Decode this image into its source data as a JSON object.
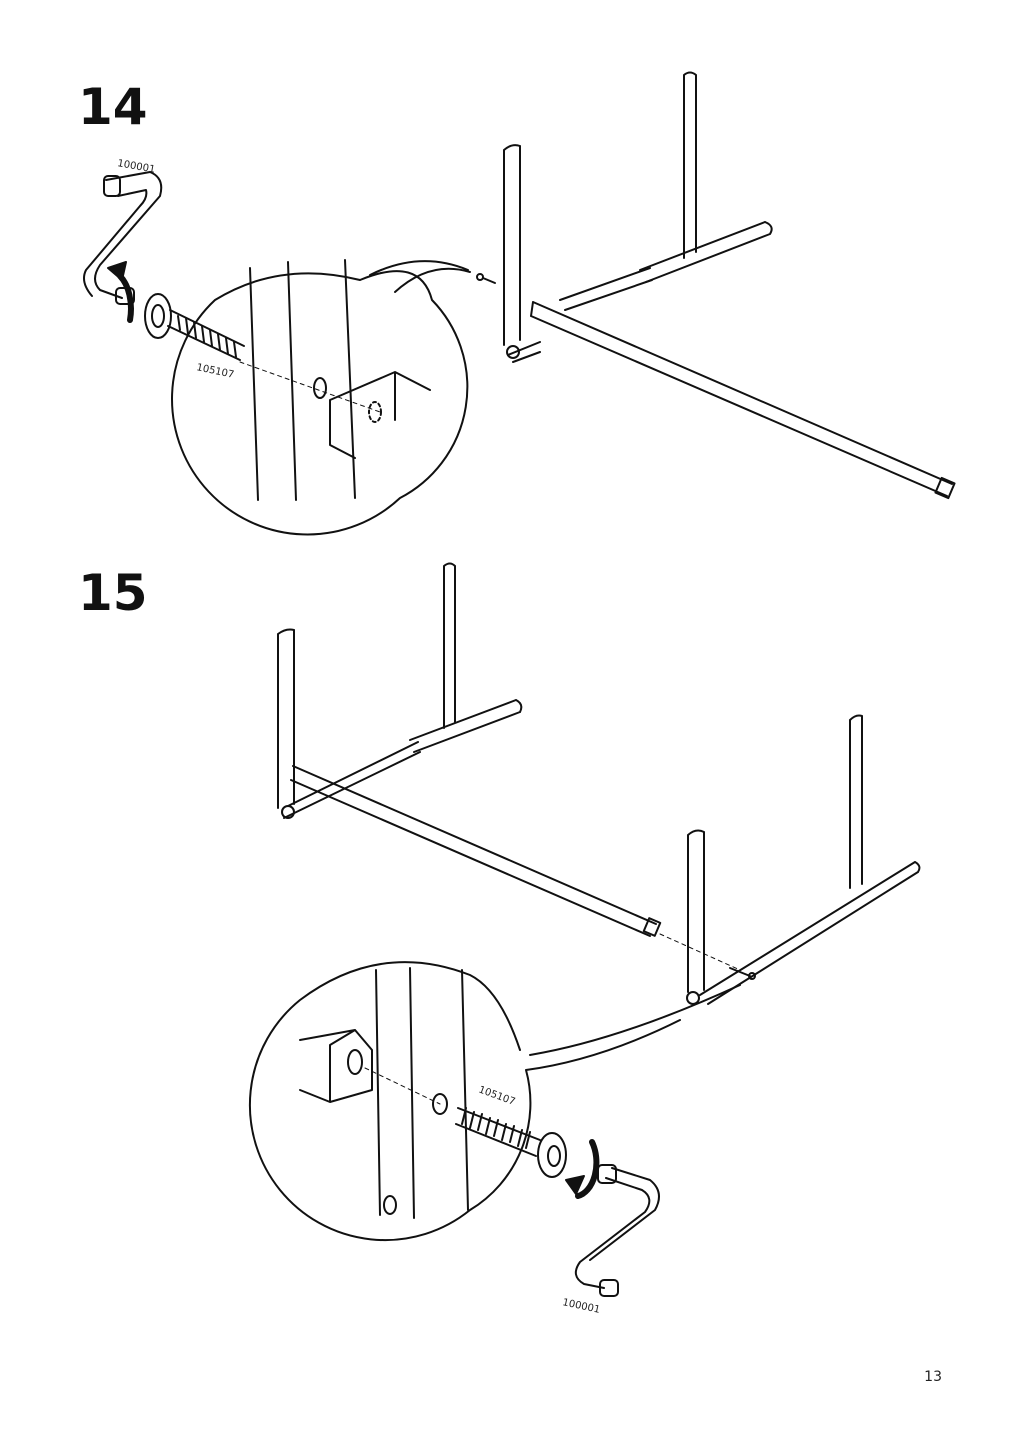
{
  "steps": [
    {
      "number": "14",
      "tool_label": "100001",
      "bolt_label": "105107"
    },
    {
      "number": "15",
      "tool_label": "100001",
      "bolt_label": "105107"
    }
  ],
  "page_number": "13",
  "icons": [
    "allen-key-icon",
    "rotation-arrow-icon",
    "bolt-icon",
    "washer-icon"
  ]
}
